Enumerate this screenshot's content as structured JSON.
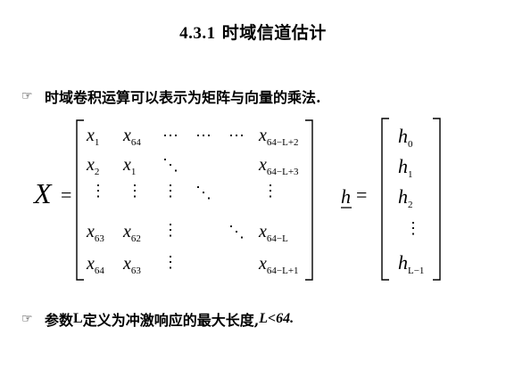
{
  "slide": {
    "title_number": "4.3.1",
    "title_text": "时域信道估计",
    "bullet1": "时域卷积运算可以表示为矩阵与向量的乘法.",
    "bullet2_pre": "参数",
    "bullet2_L": "L",
    "bullet2_mid": "定义为冲激响应的最大长度, ",
    "bullet2_cond": "L<64."
  },
  "equation": {
    "lhs_matrix": "X",
    "equals": "=",
    "lhs_vector": "h",
    "vdots": "⋮",
    "hdots": "⋯",
    "ddots": "⋱",
    "rows": [
      [
        {
          "b": "x",
          "s": "1"
        },
        {
          "b": "x",
          "s": "64"
        },
        {
          "t": "⋯"
        },
        {
          "t": "⋯"
        },
        {
          "t": "⋯"
        },
        {
          "b": "x",
          "s": "64−L+2"
        }
      ],
      [
        {
          "b": "x",
          "s": "2"
        },
        {
          "b": "x",
          "s": "1"
        },
        {
          "t": "⋱"
        },
        {
          "t": ""
        },
        {
          "t": ""
        },
        {
          "b": "x",
          "s": "64−L+3"
        }
      ],
      [
        {
          "t": "⋮"
        },
        {
          "t": "⋮"
        },
        {
          "t": "⋮"
        },
        {
          "t": "⋱"
        },
        {
          "t": ""
        },
        {
          "t": "⋮"
        }
      ],
      [
        {
          "b": "x",
          "s": "63"
        },
        {
          "b": "x",
          "s": "62"
        },
        {
          "t": "⋮"
        },
        {
          "t": ""
        },
        {
          "t": "⋱"
        },
        {
          "b": "x",
          "s": "64−L"
        }
      ],
      [
        {
          "b": "x",
          "s": "64"
        },
        {
          "b": "x",
          "s": "63"
        },
        {
          "t": "⋮"
        },
        {
          "t": ""
        },
        {
          "t": ""
        },
        {
          "b": "x",
          "s": "64−L+1"
        }
      ]
    ],
    "vector": [
      {
        "b": "h",
        "s": "0"
      },
      {
        "b": "h",
        "s": "1"
      },
      {
        "b": "h",
        "s": "2"
      },
      {
        "t": "⋮"
      },
      {
        "b": "h",
        "s": "L−1"
      }
    ]
  }
}
